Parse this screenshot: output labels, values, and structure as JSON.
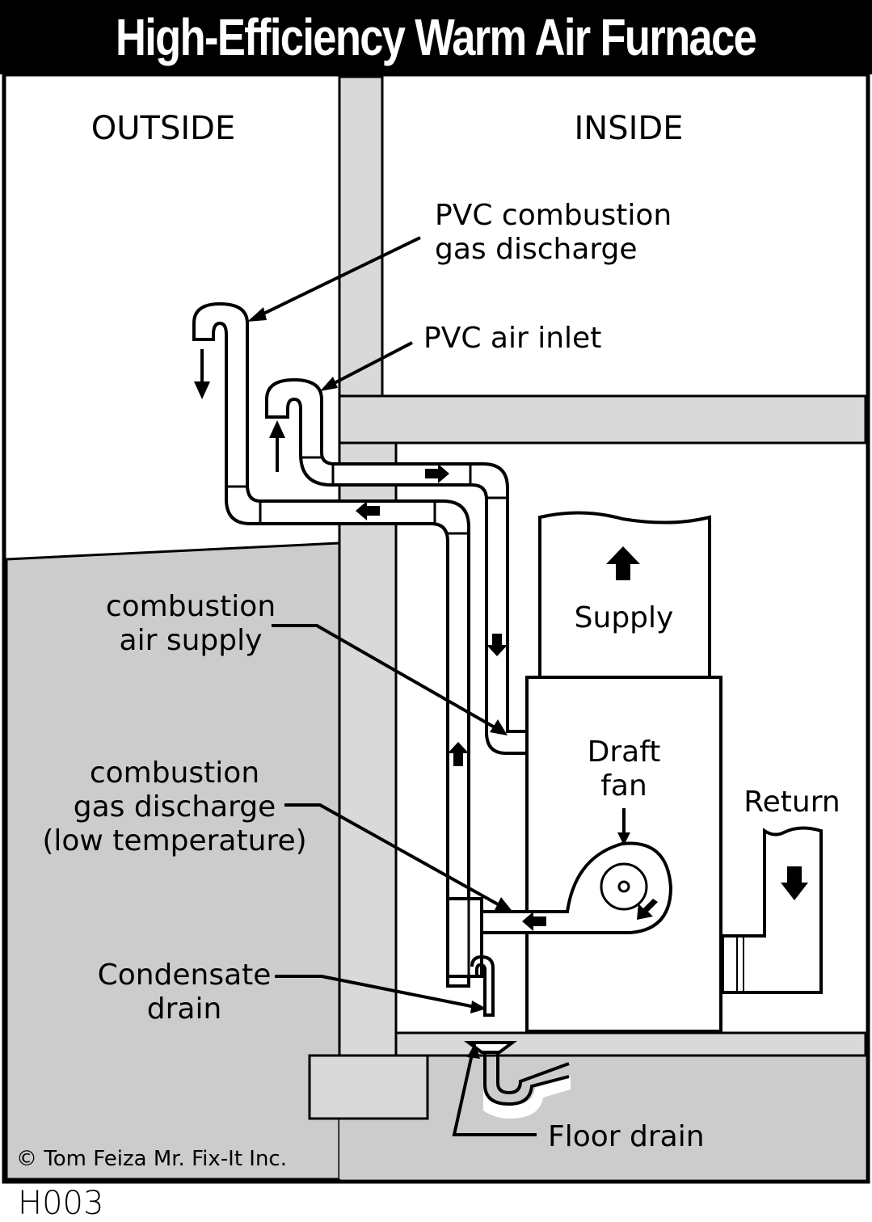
{
  "title": "High-Efficiency Warm Air Furnace",
  "regions": {
    "outside": "OUTSIDE",
    "inside": "INSIDE"
  },
  "labels": {
    "pvc_discharge": [
      "PVC combustion",
      "gas discharge"
    ],
    "pvc_inlet": "PVC air inlet",
    "combustion_air_supply": [
      "combustion",
      "air supply"
    ],
    "combustion_gas_discharge": [
      "combustion",
      "gas discharge",
      "(low temperature)"
    ],
    "condensate_drain": [
      "Condensate",
      "drain"
    ],
    "supply": "Supply",
    "draft_fan": [
      "Draft",
      "fan"
    ],
    "return": "Return",
    "floor_drain": "Floor drain"
  },
  "copyright": "©  Tom Feiza Mr. Fix-It Inc.",
  "code": "H003",
  "colors": {
    "ink": "#000000",
    "wall_gray": "#cccccc",
    "paper": "#ffffff"
  }
}
